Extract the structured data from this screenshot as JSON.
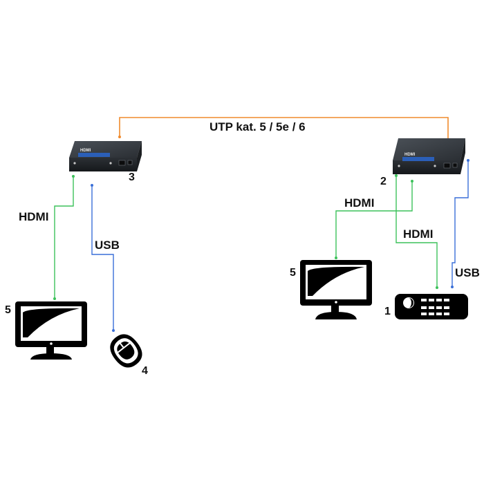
{
  "cable": {
    "utp_label": "UTP kat. 5 / 5e / 6"
  },
  "left": {
    "device_number": "3",
    "hdmi_label": "HDMI",
    "usb_label": "USB",
    "monitor_number": "5",
    "mouse_number": "4"
  },
  "right": {
    "device_number": "2",
    "hdmi_out_label": "HDMI",
    "hdmi_in_label": "HDMI",
    "usb_label": "USB",
    "monitor_number": "5",
    "source_number": "1"
  },
  "device_badge": "HDMI",
  "colors": {
    "utp": "#f08a2c",
    "hdmi": "#3cc15a",
    "usb": "#3a6fd8",
    "device_body": "#2e3338",
    "icon": "#000000"
  }
}
